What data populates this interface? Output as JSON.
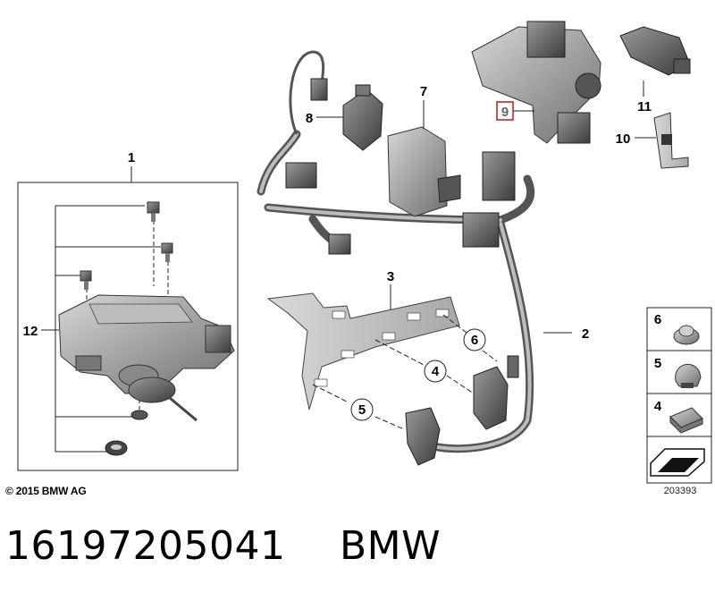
{
  "diagram": {
    "callouts": [
      "1",
      "2",
      "3",
      "4",
      "5",
      "6",
      "7",
      "8",
      "9",
      "10",
      "11",
      "12"
    ],
    "highlighted_callout": "9",
    "legend_numbers": [
      "6",
      "5",
      "4"
    ],
    "diagram_number": "203393",
    "highlight_color": "#d21f1f"
  },
  "footer": {
    "copyright": "© 2015 BMW AG",
    "part_number": "16197205041",
    "brand": "BMW"
  }
}
